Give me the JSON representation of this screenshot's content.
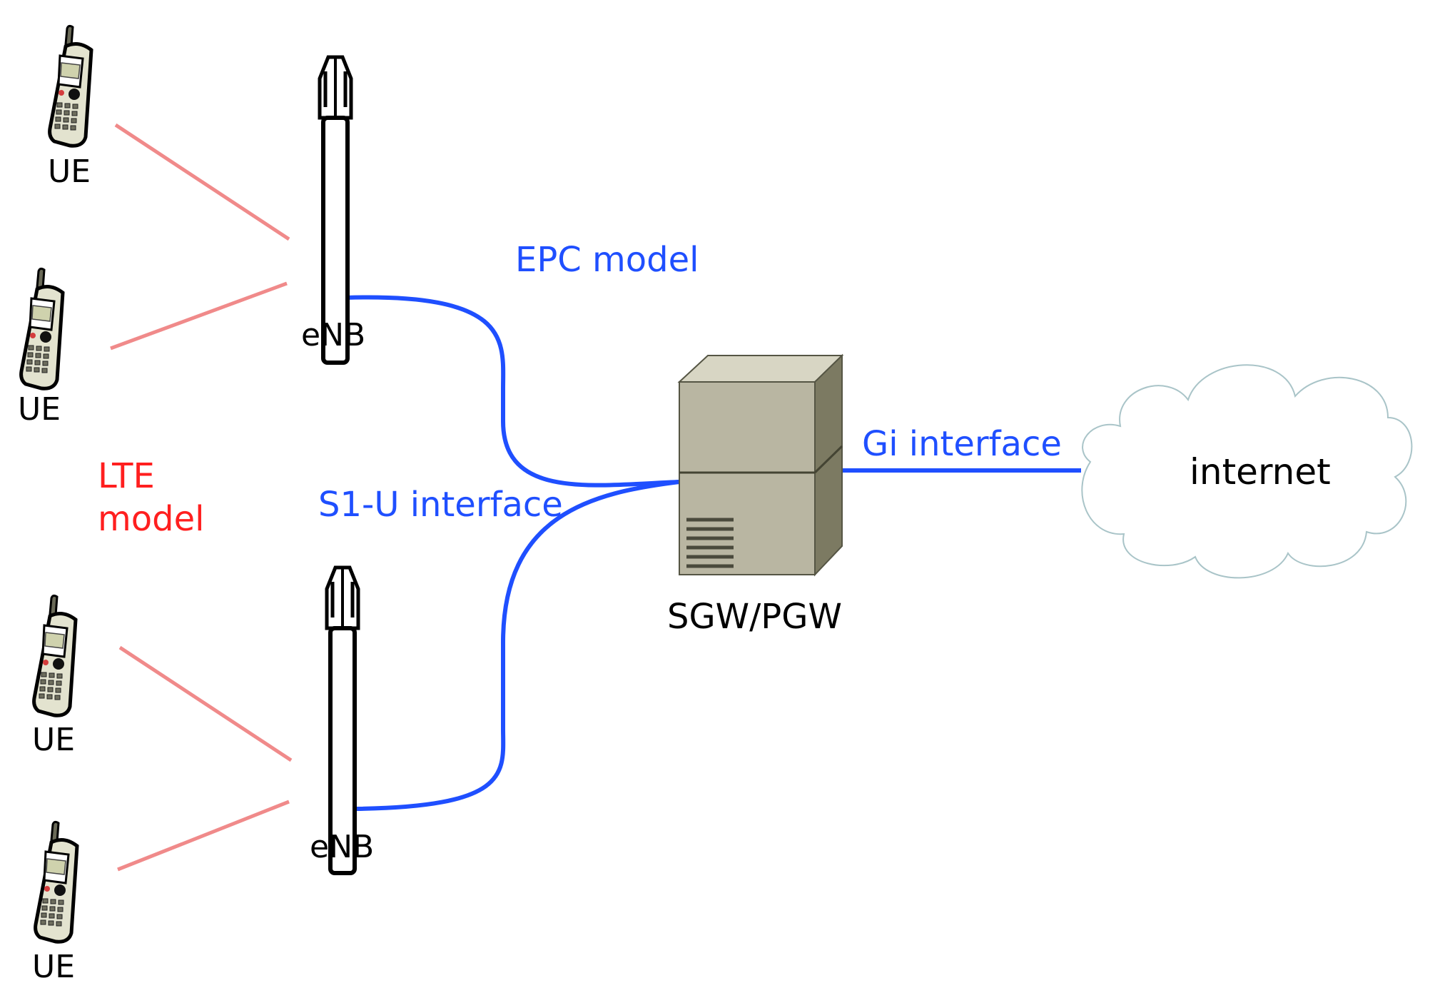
{
  "colors": {
    "ue_link": "#f08a8a",
    "epc_link": "#1f4fff",
    "epc_label": "#1f4fff",
    "lte_label": "#ff1f1f",
    "server_front": "#b9b6a2",
    "server_side": "#7c7a62",
    "cloud_stroke": "#a9c4c8"
  },
  "labels": {
    "ue": [
      "UE",
      "UE",
      "UE",
      "UE"
    ],
    "enb": [
      "eNB",
      "eNB"
    ],
    "epc_model": "EPC model",
    "lte_model": [
      "LTE",
      "model"
    ],
    "s1u_interface": "S1-U interface",
    "gi_interface": "Gi interface",
    "gateway": "SGW/PGW",
    "internet": "internet"
  },
  "icons": {
    "ue": "mobile-phone-icon",
    "enb": "cell-tower-icon",
    "gateway": "server-icon",
    "internet": "cloud-icon"
  }
}
